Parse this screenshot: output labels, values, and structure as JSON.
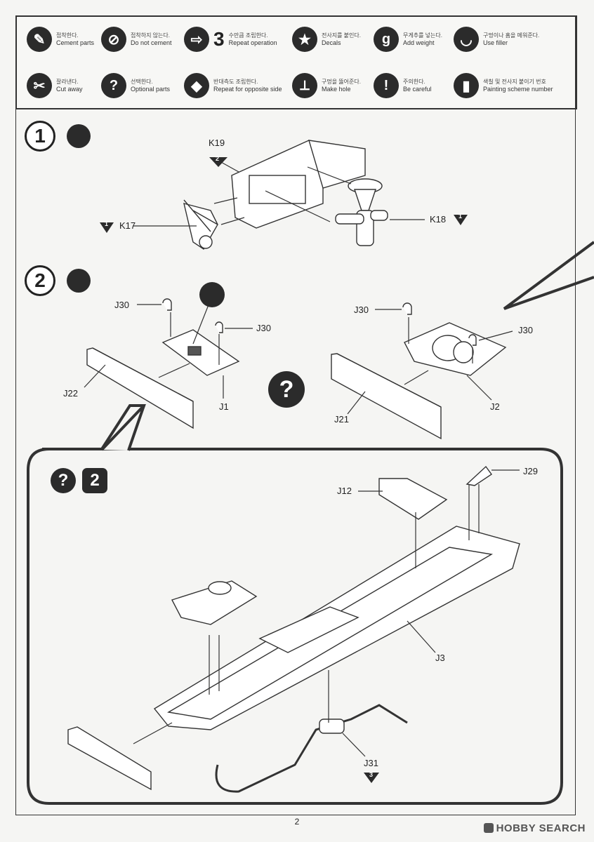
{
  "legend": [
    {
      "icon": "cement-icon",
      "glyph": "✎",
      "ko": "접착한다.",
      "en": "Cement parts"
    },
    {
      "icon": "no-cement-icon",
      "glyph": "⊘",
      "ko": "접착하지 않는다.",
      "en": "Do not cement"
    },
    {
      "icon": "repeat-icon",
      "glyph": "⇨",
      "num": "3",
      "ko": "수만큼 조립한다.",
      "en": "Repeat operation"
    },
    {
      "icon": "decal-icon",
      "glyph": "★",
      "ko": "전사지를 붙인다.",
      "en": "Decals"
    },
    {
      "icon": "weight-icon",
      "glyph": "g",
      "ko": "무게추를 넣는다.",
      "en": "Add weight"
    },
    {
      "icon": "filler-icon",
      "glyph": "◡",
      "ko": "구멍이나 홈을 메워준다.",
      "en": "Use filler"
    },
    {
      "icon": "cut-icon",
      "glyph": "✂",
      "ko": "잘라낸다.",
      "en": "Cut away"
    },
    {
      "icon": "optional-icon",
      "glyph": "?",
      "ko": "선택한다.",
      "en": "Optional parts"
    },
    {
      "icon": "opposite-side-icon",
      "glyph": "◆",
      "ko": "반대측도 조립한다.",
      "en": "Repeat for opposite side"
    },
    {
      "icon": "make-hole-icon",
      "glyph": "⟂",
      "ko": "구멍을 뚫어준다.",
      "en": "Make hole"
    },
    {
      "icon": "caution-icon",
      "glyph": "!",
      "ko": "주의한다.",
      "en": "Be careful"
    },
    {
      "icon": "painting-scheme-icon",
      "glyph": "▮",
      "ko": "색칠 및 전사지 붙이기 번호",
      "en": "Painting scheme number"
    }
  ],
  "steps": [
    {
      "number": "1"
    },
    {
      "number": "2"
    }
  ],
  "parts": {
    "k19": "K19",
    "k17": "K17",
    "k18": "K18",
    "j30_a": "J30",
    "j30_b": "J30",
    "j30_c": "J30",
    "j30_d": "J30",
    "j22": "J22",
    "j1": "J1",
    "j21": "J21",
    "j2": "J2",
    "j12": "J12",
    "j29": "J29",
    "j3": "J3",
    "j31": "J31"
  },
  "markers": {
    "k19_ref": "2",
    "k17_ref": "1",
    "k18_ref": "1",
    "j31_ref": "3",
    "inset_option": "?",
    "inset_ref": "2",
    "optional_big": "?"
  },
  "footer": {
    "page_number": "2",
    "watermark": "HOBBY SEARCH"
  }
}
